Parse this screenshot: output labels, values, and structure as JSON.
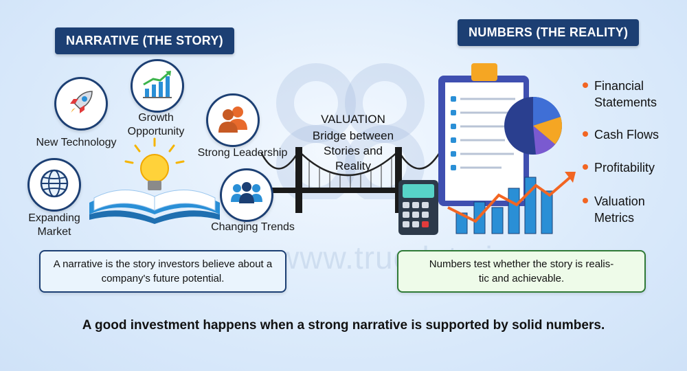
{
  "narrative": {
    "header": "NARRATIVE (THE STORY)",
    "items": {
      "new_technology": "New Technology",
      "growth_opportunity": "Growth\nOpportunity",
      "strong_leadership": "Strong Leadership",
      "expanding_market": "Expanding\nMarket",
      "changing_trends": "Changing Trends"
    },
    "description": "A narrative is the story investors believe about a company's future potential."
  },
  "valuation": {
    "title": "VALUATION",
    "subtitle": "Bridge between\nStories and\nReality"
  },
  "numbers": {
    "header": "NUMBERS (THE REALITY)",
    "bullets": [
      "Financial\nStatements",
      "Cash Flows",
      "Profitability",
      "Valuation\nMetrics"
    ],
    "description": "Numbers test whether the story is realis-\ntic and achievable."
  },
  "footer": "A good investment happens when a strong narrative is supported by solid numbers.",
  "watermark": "www.truedata.in",
  "colors": {
    "navy": "#1c3f73",
    "orange": "#f26522",
    "green": "#2f7a36",
    "blue": "#2a8fd6"
  }
}
